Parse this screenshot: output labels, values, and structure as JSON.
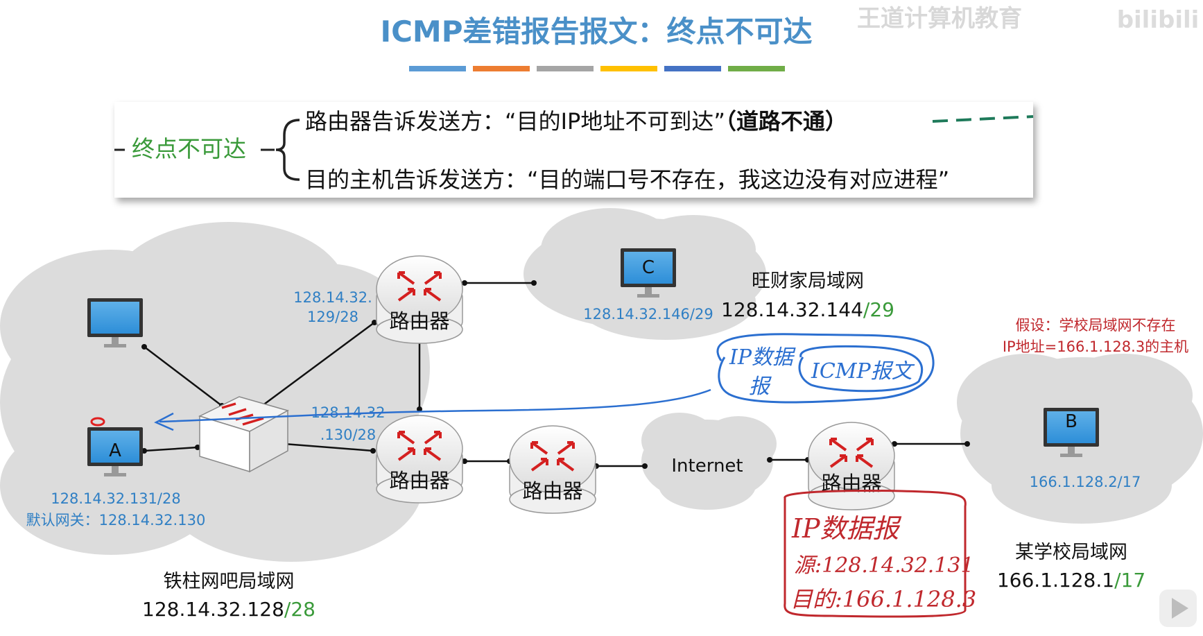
{
  "title": "ICMP差错报告报文：终点不可达",
  "title_bar_colors": [
    "#5b9bd5",
    "#ed7d31",
    "#a5a5a5",
    "#ffc000",
    "#4472c4",
    "#70ad47"
  ],
  "watermark": "王道计算机教育",
  "watermark_logo": "bilibili",
  "concept_box": {
    "root": "终点不可达",
    "line1": "路由器告诉发送方：“目的IP地址不可到达”",
    "line1_bold": "（道路不通）",
    "line2": "目的主机告诉发送方：“目的端口号不存在，我这边没有对应进程”"
  },
  "devices": {
    "router_label": "路由器",
    "pc_a": "A",
    "pc_b": "B",
    "pc_c": "C",
    "internet": "Internet"
  },
  "addresses": {
    "r1_port": "128.14.32.",
    "r1_port2": "129/28",
    "r2_port": "128.14.32",
    "r2_port2": ".130/28",
    "pc_c_ip": "128.14.32.146/29",
    "pc_a_ip": "128.14.32.131/28",
    "pc_a_gateway": "默认网关：128.14.32.130",
    "pc_b_ip": "166.1.128.2/17"
  },
  "networks": {
    "wangcai_name": "旺财家局域网",
    "wangcai_net": "128.14.32.144",
    "wangcai_mask": "/29",
    "tiezhu_name": "铁柱网吧局域网",
    "tiezhu_net": "128.14.32.128",
    "tiezhu_mask": "/28",
    "school_name": "某学校局域网",
    "school_net": "166.1.128.1",
    "school_mask": "/17"
  },
  "assumption": {
    "line1": "假设：学校局域网不存在",
    "line2": "IP地址=166.1.128.3的主机"
  },
  "annotations": {
    "blue_ip_datagram_1": "IP数据",
    "blue_ip_datagram_2": "报",
    "blue_icmp": "ICMP报文",
    "red_title": "IP数据报",
    "red_src": "源:128.14.32.131",
    "red_dst": "目的:166.1.128.3"
  }
}
